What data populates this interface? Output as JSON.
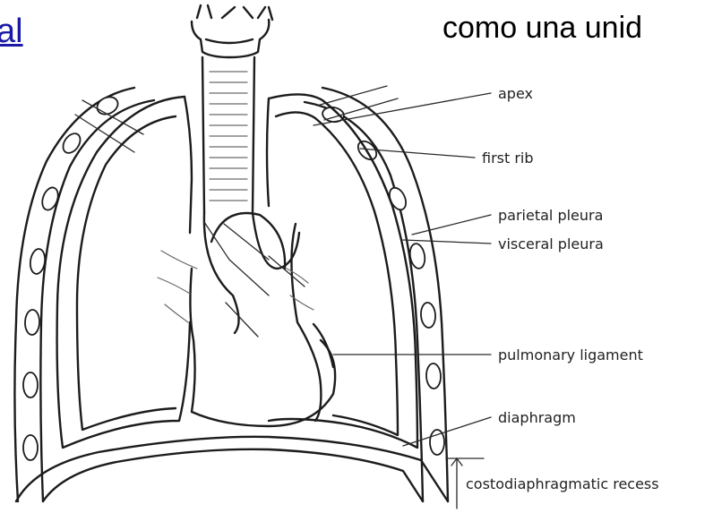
{
  "slide": {
    "link_text": "al",
    "body_text": "como una unid"
  },
  "diagram": {
    "labels": {
      "apex": "apex",
      "first_rib": "first rib",
      "parietal_pleura": "parietal pleura",
      "visceral_pleura": "visceral pleura",
      "pulmonary_ligament": "pulmonary ligament",
      "diaphragm": "diaphragm",
      "costodiaphragmatic_recess": "costodiaphragmatic recess"
    }
  },
  "colors": {
    "link": "#1a1aa6",
    "ink": "#1c1c1c"
  }
}
